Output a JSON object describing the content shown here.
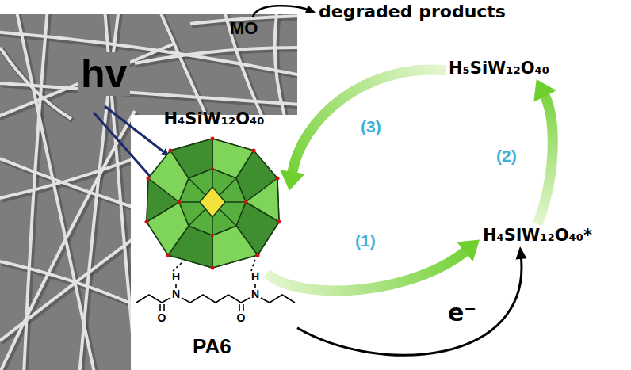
{
  "diagram": {
    "nodes": [
      {
        "text": [
          "H₄SiW₁₂O₄₀"
        ]
      },
      {
        "text": [
          "H₄SiW₁₂O₄₀*"
        ]
      },
      {
        "text": [
          "H₅SiW₁₂O₄₀"
        ]
      },
      {
        "text": [
          "PA6"
        ]
      },
      {
        "text": [
          "MO"
        ]
      },
      {
        "text": [
          "degraded products"
        ]
      }
    ],
    "edges": [
      {
        "from": 0,
        "to": 1,
        "label": "(1)",
        "arrow": "to"
      },
      {
        "from": 1,
        "to": 2,
        "label": "(2)",
        "arrow": "to"
      },
      {
        "from": 2,
        "to": 0,
        "label": "(3)",
        "arrow": "to"
      },
      {
        "from": 3,
        "to": 1,
        "label": "e⁻",
        "arrow": "to"
      },
      {
        "from": 4,
        "to": 5,
        "arrow": "to"
      }
    ],
    "labels": [
      "hv",
      "H",
      "N",
      "O",
      "H",
      "N",
      "O"
    ]
  }
}
